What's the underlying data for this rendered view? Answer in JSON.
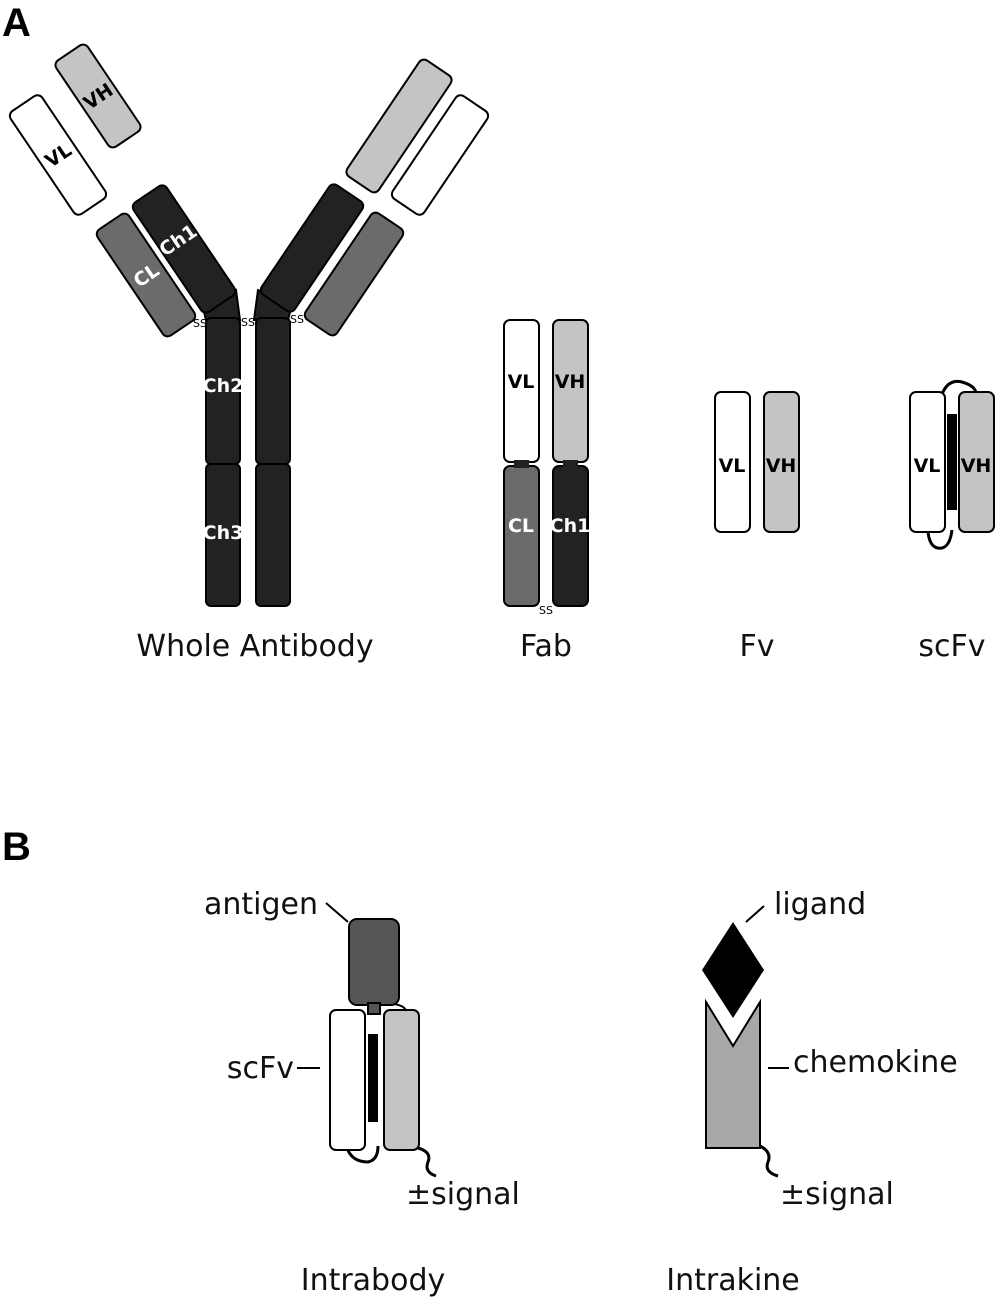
{
  "panels": {
    "a": "A",
    "b": "B"
  },
  "domains": {
    "vl": "VL",
    "vh": "VH",
    "cl": "CL",
    "ch1": "Ch1",
    "ch2": "Ch2",
    "ch3": "Ch3",
    "ss": "SS"
  },
  "captions": {
    "whole": "Whole Antibody",
    "fab": "Fab",
    "fv": "Fv",
    "scfv": "scFv",
    "intrabody": "Intrabody",
    "intrakine": "Intrakine"
  },
  "labels": {
    "antigen": "antigen",
    "scfv": "scFv",
    "signal_intrabody": "±signal",
    "ligand": "ligand",
    "chemokine": "chemokine",
    "signal_intrakine": "±signal"
  },
  "colors": {
    "white_domain": "#ffffff",
    "light_gray_domain": "#c4c4c4",
    "mid_gray_domain": "#6b6b6b",
    "dark_domain": "#222222",
    "antigen": "#555555",
    "chemokine": "#a8a8a8",
    "ligand": "#000000",
    "outline": "#000000"
  }
}
